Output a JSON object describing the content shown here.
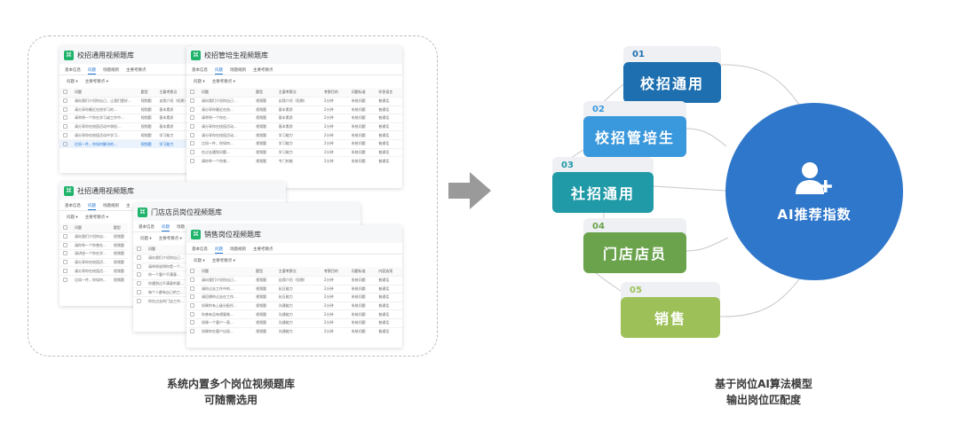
{
  "library_windows": [
    {
      "title": "校招通用视频题库",
      "tabs": [
        "基本信息",
        "问题",
        "场题规则",
        "主要考察点"
      ],
      "filters": [
        "问题 ▾",
        "主要考察点 ▾"
      ],
      "columns": [
        "问题",
        "题型",
        "主要考察点"
      ],
      "rows": [
        [
          "请向我们介绍你自己，让我们更好...",
          "视频题",
          "自我介绍（短期）"
        ],
        [
          "请分享你最近在校学习的...",
          "视频题",
          "基本素质"
        ],
        [
          "请举例一个你在学习或工作中...",
          "视频题",
          "基本素质"
        ],
        [
          "请分享你在校园活动中承担...",
          "视频题",
          "基本素质"
        ],
        [
          "请分享你在校园活动中学习...",
          "视频题",
          "学习能力"
        ],
        [
          "比如一件，你如何解决的...",
          "视频题",
          "学习能力"
        ]
      ]
    },
    {
      "title": "校招管培生视频题库",
      "tabs": [
        "基本信息",
        "问题",
        "场题规则",
        "主要考察点"
      ],
      "filters": [
        "问题 ▾",
        "主要考察点 ▾"
      ],
      "columns": [
        "问题",
        "题型",
        "主要考察点",
        "考察目的",
        "问题标准",
        "作答语言"
      ],
      "rows": [
        [
          "请向我们介绍你自己...",
          "视频题",
          "自我介绍（短期）",
          "2分钟",
          "系统问题",
          "普通话"
        ],
        [
          "请分享你最近在校...",
          "视频题",
          "基本素质",
          "2分钟",
          "系统问题",
          "普通话"
        ],
        [
          "请举例一个你在...",
          "视频题",
          "基本素质",
          "2分钟",
          "系统问题",
          "普通话"
        ],
        [
          "请分享你在校园活动...",
          "视频题",
          "基本素质",
          "2分钟",
          "系统问题",
          "普通话"
        ],
        [
          "请分享你在校园活动...",
          "视频题",
          "学习能力",
          "2分钟",
          "系统问题",
          "普通话"
        ],
        [
          "比如一件，你如何...",
          "视频题",
          "学习能力",
          "2分钟",
          "系统问题",
          "普通话"
        ],
        [
          "在过去遇到问题...",
          "视频题",
          "学习能力",
          "2分钟",
          "系统问题",
          "普通话"
        ],
        [
          "请你举一个你曾...",
          "视频题",
          "专门的能",
          "2分钟",
          "系统问题",
          "普通话"
        ]
      ]
    },
    {
      "title": "社招通用视频题库",
      "tabs": [
        "基本信息",
        "问题",
        "场题规则",
        "主"
      ],
      "filters": [
        "问题 ▾",
        "主要考察点 ▾"
      ],
      "columns": [
        "问题",
        "题型"
      ],
      "rows": [
        [
          "请向我们介绍你自...",
          "视频题"
        ],
        [
          "请你举一个你曾在...",
          "视频题"
        ],
        [
          "请讲述一个你在学...",
          "视频题"
        ],
        [
          "请分享你在校园活...",
          "视频题"
        ],
        [
          "请分享你在校园活...",
          "视频题"
        ],
        [
          "比如一件，你如何...",
          "视频题"
        ]
      ]
    },
    {
      "title": "门店店员岗位视频题库",
      "tabs": [
        "基本信息",
        "问题",
        "场题"
      ],
      "filters": [
        "问题 ▾",
        "主要考察点 ▾"
      ],
      "columns": [
        "问题"
      ],
      "rows": [
        [
          "请向我们介绍你自己..."
        ],
        [
          "请举例说明你是一个..."
        ],
        [
          "你一个客户不满意..."
        ],
        [
          "你遇到过不满意的客..."
        ],
        [
          "每个人都有自己的工..."
        ],
        [
          "你在过去的门店工作..."
        ]
      ]
    },
    {
      "title": "销售岗位视频题库",
      "tabs": [
        "基本信息",
        "问题",
        "场题规则",
        "主要考察点"
      ],
      "filters": [
        "问题 ▾",
        "主要考察点 ▾"
      ],
      "columns": [
        "问题",
        "题型",
        "主要考察点",
        "考察目的",
        "问题标准",
        "内容选项"
      ],
      "rows": [
        [
          "请向我们介绍你自己...",
          "视频题",
          "自我介绍（短期）",
          "2分钟",
          "系统问题",
          "普通话"
        ],
        [
          "请你过去工作中的...",
          "视频题",
          "抗压能力",
          "2分钟",
          "系统问题",
          "普通话"
        ],
        [
          "请回想你过去在工作...",
          "视频题",
          "抗压能力",
          "2分钟",
          "系统问题",
          "普通话"
        ],
        [
          "如果你有上级分配任...",
          "视频题",
          "沟通能力",
          "2分钟",
          "系统问题",
          "普通话"
        ],
        [
          "你曾有没有想要做...",
          "视频题",
          "沟通能力",
          "2分钟",
          "系统问题",
          "普通话"
        ],
        [
          "如果一个客户一直...",
          "视频题",
          "沟通能力",
          "2分钟",
          "系统问题",
          "普通话"
        ],
        [
          "如果你在客户出现...",
          "视频题",
          "沟通能力",
          "2分钟",
          "系统问题",
          "普通话"
        ]
      ]
    }
  ],
  "positions": [
    {
      "num": "01",
      "label": "校招通用",
      "color": "#1d6fb0"
    },
    {
      "num": "02",
      "label": "校招管培生",
      "color": "#3a98dc"
    },
    {
      "num": "03",
      "label": "社招通用",
      "color": "#1f9aa6"
    },
    {
      "num": "04",
      "label": "门店店员",
      "color": "#6aa34c"
    },
    {
      "num": "05",
      "label": "销售",
      "color": "#9dc158"
    }
  ],
  "circle": {
    "label": "AI推荐指数",
    "color": "#2f77cb"
  },
  "captions": {
    "left_line1": "系统内置多个岗位视频题库",
    "left_line2": "可随需选用",
    "right_line1": "基于岗位AI算法模型",
    "right_line2": "输出岗位匹配度"
  }
}
